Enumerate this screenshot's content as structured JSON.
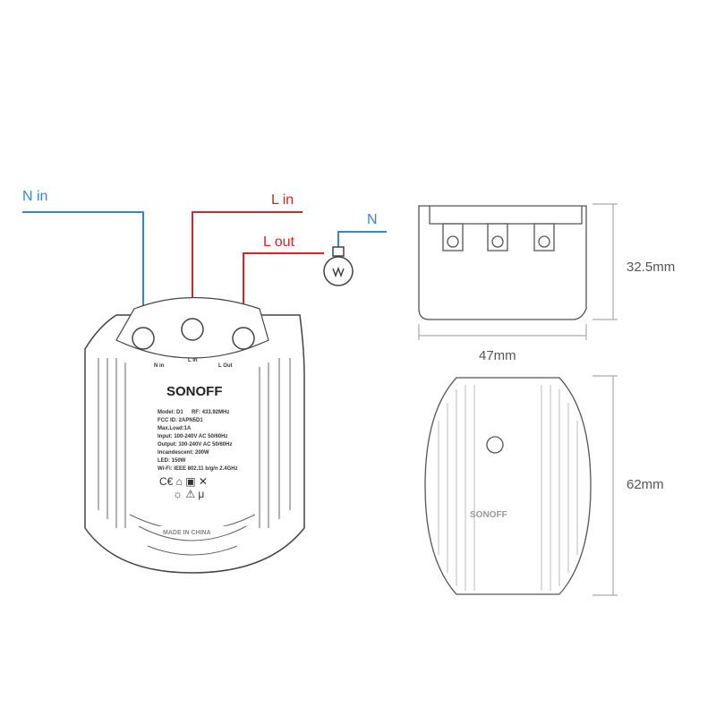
{
  "wiring": {
    "n_in": "N in",
    "l_in": "L in",
    "l_out": "L out",
    "n": "N",
    "blue": "#3a85c8",
    "red": "#d0262a"
  },
  "device": {
    "terminals": [
      "N in",
      "L in",
      "L Out"
    ],
    "brand": "SONOFF",
    "label_lines": [
      "Model: D1",
      "RF: 433.92MHz",
      "FCC ID: 2APN5D1",
      "Max.Load:1A",
      "Input: 100-240V AC 50/60Hz",
      "Output: 100-240V AC 50/60Hz",
      "Incandescent: 200W",
      "LED: 150W",
      "Wi-Fi: IEEE 802.11 b/g/n 2.4GHz"
    ],
    "made_in": "MADE IN CHINA"
  },
  "dimensions": {
    "height": "32.5mm",
    "width": "47mm",
    "length": "62mm"
  }
}
